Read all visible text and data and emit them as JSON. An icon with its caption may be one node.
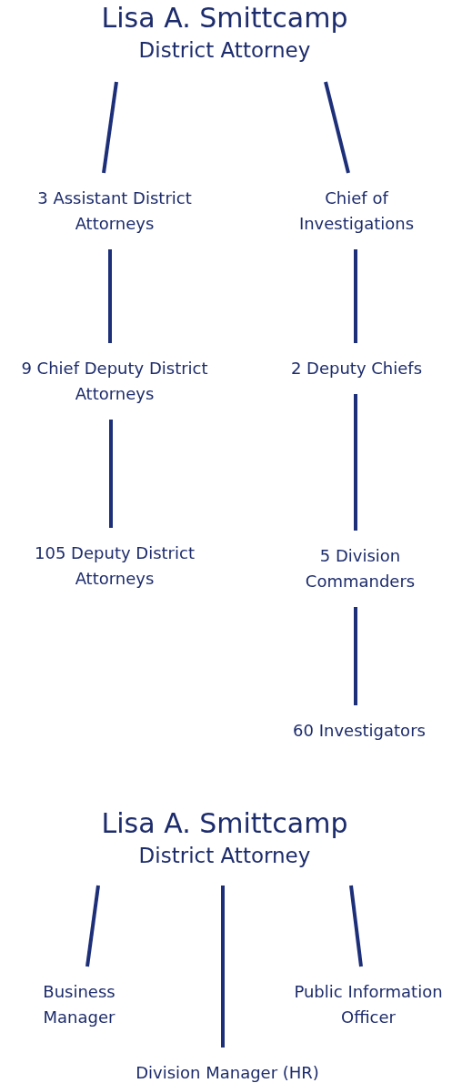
{
  "diagram": {
    "nodes": [
      {
        "text": [
          "Lisa A. Smittcamp",
          "District Attorney"
        ]
      },
      {
        "text": [
          "3 Assistant District Attorneys"
        ]
      },
      {
        "text": [
          "Chief of Investigations"
        ]
      },
      {
        "text": [
          "9 Chief Deputy District Attorneys"
        ]
      },
      {
        "text": [
          "2 Deputy Chiefs"
        ]
      },
      {
        "text": [
          "105 Deputy District Attorneys"
        ]
      },
      {
        "text": [
          "5 Division Commanders"
        ]
      },
      {
        "text": [
          "60 Investigators"
        ]
      },
      {
        "text": [
          "Lisa A. Smittcamp",
          "District Attorney"
        ]
      },
      {
        "text": [
          "Business Manager"
        ]
      },
      {
        "text": [
          "Public Information Officer"
        ]
      },
      {
        "text": [
          "Division Manager (HR)"
        ]
      }
    ],
    "edges": [
      {
        "from": 0,
        "to": 1,
        "arrow": "none"
      },
      {
        "from": 0,
        "to": 2,
        "arrow": "none"
      },
      {
        "from": 1,
        "to": 3,
        "arrow": "none"
      },
      {
        "from": 2,
        "to": 4,
        "arrow": "none"
      },
      {
        "from": 3,
        "to": 5,
        "arrow": "none"
      },
      {
        "from": 4,
        "to": 6,
        "arrow": "none"
      },
      {
        "from": 6,
        "to": 7,
        "arrow": "none"
      },
      {
        "from": 8,
        "to": 9,
        "arrow": "none"
      },
      {
        "from": 8,
        "to": 10,
        "arrow": "none"
      },
      {
        "from": 8,
        "to": 11,
        "arrow": "none"
      }
    ]
  }
}
